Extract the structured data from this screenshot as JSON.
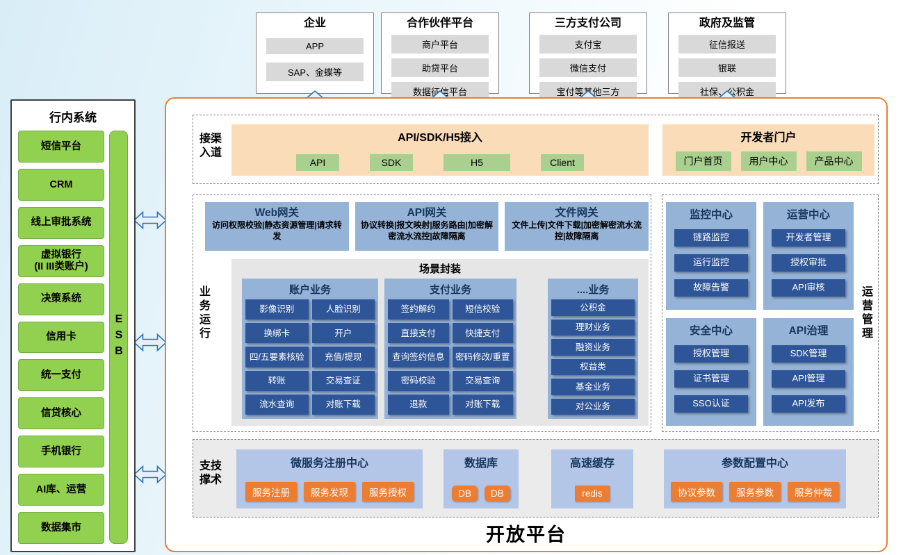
{
  "top_sources": [
    {
      "title": "企业",
      "items": [
        "APP",
        "SAP、金蝶等"
      ]
    },
    {
      "title": "合作伙伴平台",
      "items": [
        "商户平台",
        "助贷平台",
        "数据征信平台"
      ]
    },
    {
      "title": "三方支付公司",
      "items": [
        "支付宝",
        "微信支付",
        "宝付等其他三方"
      ]
    },
    {
      "title": "政府及监管",
      "items": [
        "征信报送",
        "银联",
        "社保、公积金"
      ]
    }
  ],
  "left_panel": {
    "title": "行内系统",
    "esb_label": "ESB",
    "items": [
      "短信平台",
      "CRM",
      "线上审批系统",
      "虚拟银行\n(II III类账户)",
      "决策系统",
      "信用卡",
      "统一支付",
      "信贷核心",
      "手机银行",
      "AI库、运营",
      "数据集市"
    ]
  },
  "platform": {
    "footer_title": "开放平台",
    "channel": {
      "label": "渠道接入",
      "access": {
        "title": "API/SDK/H5接入",
        "buttons": [
          "API",
          "SDK",
          "H5",
          "Client"
        ]
      },
      "portal": {
        "title": "开发者门户",
        "buttons": [
          "门户首页",
          "用户中心",
          "产品中心"
        ]
      }
    },
    "business": {
      "label": "业务运行",
      "gateways": [
        {
          "title": "Web网关",
          "desc": "访问权限校验|静态资源管理|请求转发"
        },
        {
          "title": "API网关",
          "desc": "协议转换|报文映射|服务路由|加密解密流水流控|故障隔离"
        },
        {
          "title": "文件网关",
          "desc": "文件上传|文件下载|加密解密流水流控|故障隔离"
        }
      ],
      "scene": {
        "title": "场景封装",
        "groups": [
          {
            "title": "账户业务",
            "items": [
              "影像识别",
              "人脸识别",
              "换绑卡",
              "开户",
              "四/五要素核验",
              "充值/提现",
              "转账",
              "交易查证",
              "流水查询",
              "对账下载"
            ]
          },
          {
            "title": "支付业务",
            "items": [
              "签约解约",
              "短信校验",
              "直接支付",
              "快捷支付",
              "查询签约信息",
              "密码修改/重置",
              "密码校验",
              "交易查询",
              "退款",
              "对账下载"
            ]
          },
          {
            "title": "....业务",
            "items": [
              "公积金",
              "理财业务",
              "融资业务",
              "权益类",
              "基金业务",
              "对公业务"
            ]
          }
        ]
      }
    },
    "ops": {
      "label": "运营管理",
      "centers": [
        {
          "title": "监控中心",
          "items": [
            "链路监控",
            "运行监控",
            "故障告警"
          ]
        },
        {
          "title": "运营中心",
          "items": [
            "开发者管理",
            "授权审批",
            "API审核"
          ]
        },
        {
          "title": "安全中心",
          "items": [
            "授权管理",
            "证书管理",
            "SSO认证"
          ]
        },
        {
          "title": "API治理",
          "items": [
            "SDK管理",
            "API管理",
            "API发布"
          ]
        }
      ]
    },
    "tech": {
      "label": "技术支撑",
      "blocks": [
        {
          "title": "微服务注册中心",
          "items": [
            "服务注册",
            "服务发现",
            "服务授权"
          ]
        },
        {
          "title": "数据库",
          "items": [
            "DB",
            "DB"
          ]
        },
        {
          "title": "高速缓存",
          "items": [
            "redis"
          ]
        },
        {
          "title": "参数配置中心",
          "items": [
            "协议参数",
            "服务参数",
            "服务仲裁"
          ]
        }
      ]
    }
  },
  "colors": {
    "accent_orange": "#ED7D31",
    "peach": "#FBDCB9",
    "sidebar_green": "#92D050",
    "button_green": "#A9D08E",
    "panel_blue": "#95B3D7",
    "dark_blue_button": "#2E5597",
    "navy_title": "#17365D",
    "arrow_blue": "#2E75B6",
    "gray_item": "#D9D9D9"
  }
}
